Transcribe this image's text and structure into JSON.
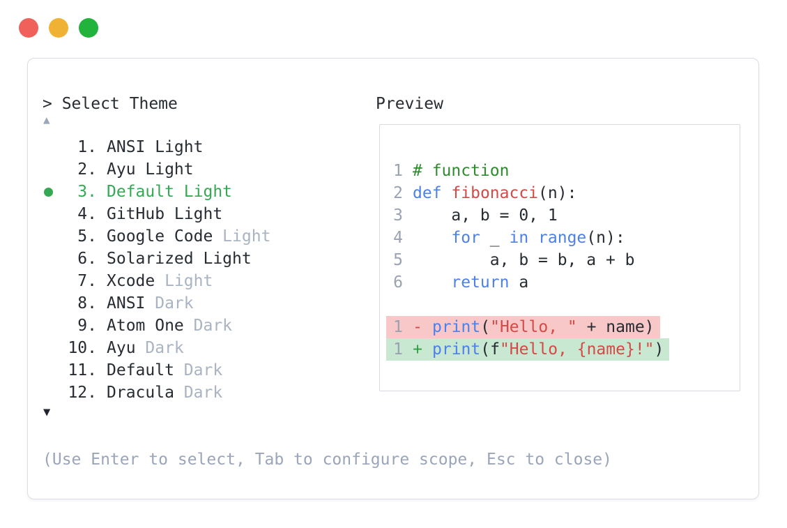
{
  "window": {
    "controls": {
      "close_color": "#f1615b",
      "minimize_color": "#f0b233",
      "zoom_color": "#21b33b"
    }
  },
  "theme_picker": {
    "prompt": "> Select Theme",
    "scroll_up_icon": "▲",
    "scroll_down_icon": "▼",
    "items": [
      {
        "num": "1.",
        "name": "ANSI Light",
        "suffix": "",
        "selected": false
      },
      {
        "num": "2.",
        "name": "Ayu Light",
        "suffix": "",
        "selected": false
      },
      {
        "num": "3.",
        "name": "Default Light",
        "suffix": "",
        "selected": true
      },
      {
        "num": "4.",
        "name": "GitHub Light",
        "suffix": "",
        "selected": false
      },
      {
        "num": "5.",
        "name": "Google Code",
        "suffix": " Light",
        "selected": false
      },
      {
        "num": "6.",
        "name": "Solarized Light",
        "suffix": "",
        "selected": false
      },
      {
        "num": "7.",
        "name": "Xcode",
        "suffix": " Light",
        "selected": false
      },
      {
        "num": "8.",
        "name": "ANSI",
        "suffix": " Dark",
        "selected": false
      },
      {
        "num": "9.",
        "name": "Atom One",
        "suffix": " Dark",
        "selected": false
      },
      {
        "num": "10.",
        "name": "Ayu",
        "suffix": " Dark",
        "selected": false
      },
      {
        "num": "11.",
        "name": "Default",
        "suffix": " Dark",
        "selected": false
      },
      {
        "num": "12.",
        "name": "Dracula",
        "suffix": " Dark",
        "selected": false
      }
    ],
    "hint": "(Use Enter to select, Tab to configure scope, Esc to close)"
  },
  "preview": {
    "label": "Preview",
    "code": {
      "lines": [
        {
          "num": "1",
          "tokens": [
            {
              "text": "# function"
            }
          ]
        },
        {
          "num": "2",
          "tokens": [
            {
              "text": "def"
            },
            {
              "text": " "
            },
            {
              "text": "fibonacci"
            },
            {
              "text": "(n):"
            }
          ]
        },
        {
          "num": "3",
          "tokens": [
            {
              "text": "    a, b = 0, 1"
            }
          ]
        },
        {
          "num": "4",
          "tokens": [
            {
              "text": "    "
            },
            {
              "text": "for"
            },
            {
              "text": " _ "
            },
            {
              "text": "in"
            },
            {
              "text": " "
            },
            {
              "text": "range"
            },
            {
              "text": "(n):"
            }
          ]
        },
        {
          "num": "5",
          "tokens": [
            {
              "text": "        a, b = b, a + b"
            }
          ]
        },
        {
          "num": "6",
          "tokens": [
            {
              "text": "    "
            },
            {
              "text": "return"
            },
            {
              "text": " a"
            }
          ]
        }
      ],
      "diff": [
        {
          "num": "1",
          "sign": "-",
          "tokens": [
            {
              "text": "print"
            },
            {
              "text": "("
            },
            {
              "text": "\"Hello, \""
            },
            {
              "text": " + name)"
            }
          ]
        },
        {
          "num": "1",
          "sign": "+",
          "tokens": [
            {
              "text": "print"
            },
            {
              "text": "(f"
            },
            {
              "text": "\"Hello, {name}!\""
            },
            {
              "text": ")"
            }
          ]
        }
      ]
    }
  },
  "colors": {
    "selected_green": "#35a854",
    "comment_green": "#2e8b2e",
    "keyword_blue": "#4d80e8",
    "string_red": "#d34a47",
    "diff_removed_bg": "#f8c8c8",
    "diff_added_bg": "#c8e8d1",
    "muted_gray": "#a9b3c2",
    "hint_gray": "#9ba5b8",
    "text_dark": "#272c33"
  }
}
